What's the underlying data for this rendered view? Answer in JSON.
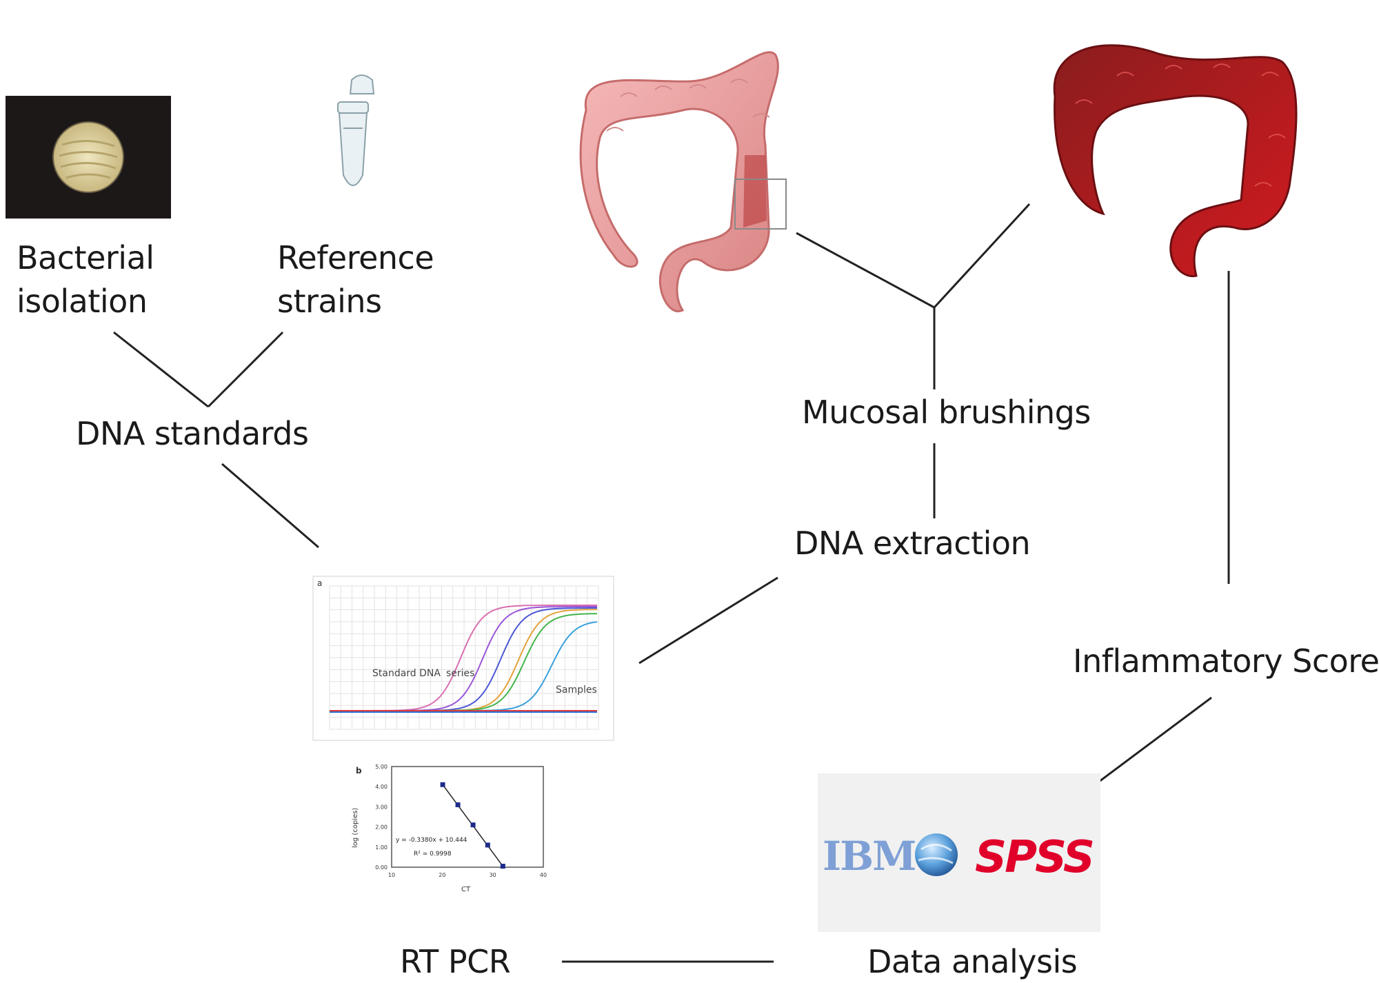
{
  "labels": {
    "bacterial_isolation": [
      "Bacterial",
      "isolation"
    ],
    "reference_strains": [
      "Reference",
      "strains"
    ],
    "dna_standards": "DNA standards",
    "mucosal_brushings": "Mucosal brushings",
    "dna_extraction": "DNA extraction",
    "inflammatory_scores": "Inflammatory Scores",
    "rt_pcr": "RT PCR",
    "data_analysis": "Data analysis"
  },
  "amplification_chart": {
    "panel_letter": "a",
    "annotations": [
      "Standard DNA",
      "series",
      "Samples"
    ],
    "curve_colors": [
      "#d86fb0",
      "#9a55d8",
      "#4b58d6",
      "#e2a23a",
      "#43b54a",
      "#39a0dc",
      "#e03a3a",
      "#2c6fd0"
    ]
  },
  "standard_curve": {
    "panel_letter": "b",
    "xlabel": "CT",
    "ylabel": "log (copies)",
    "x_ticks": [
      "10",
      "20",
      "30",
      "40"
    ],
    "y_ticks": [
      "0.00",
      "1.00",
      "2.00",
      "3.00",
      "4.00",
      "5.00"
    ],
    "equation": "y = -0.3380x + 10.444",
    "r_squared": "R² = 0.9998",
    "points": [
      {
        "x": 20.1,
        "y": 4.1
      },
      {
        "x": 23.1,
        "y": 3.1
      },
      {
        "x": 26.1,
        "y": 2.1
      },
      {
        "x": 29.0,
        "y": 1.1
      },
      {
        "x": 32.0,
        "y": 0.05
      }
    ],
    "xlim": [
      10,
      40
    ],
    "ylim": [
      0,
      5
    ]
  },
  "software_logo": {
    "vendor": "IBM",
    "product": "SPSS",
    "product_color": "#e0002a",
    "vendor_color": "#7fa0d6"
  },
  "colors": {
    "healthy_colon": "#f2a3a3",
    "inflamed_colon": "#c0151c",
    "plate_agar": "#e7dcb0",
    "line": "#222222"
  }
}
